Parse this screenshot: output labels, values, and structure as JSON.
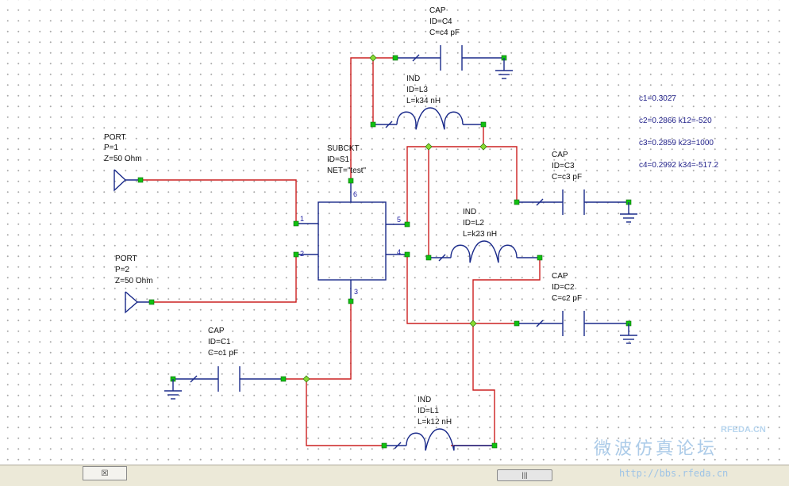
{
  "schematic": {
    "ports": [
      {
        "type": "PORT",
        "p": "P=1",
        "z": "Z=50 Ohm"
      },
      {
        "type": "PORT",
        "p": "P=2",
        "z": "Z=50 Ohm"
      }
    ],
    "subckt": {
      "type": "SUBCKT",
      "id": "ID=S1",
      "net": "NET=\"test\"",
      "pins": [
        "1",
        "2",
        "3",
        "4",
        "5",
        "6"
      ]
    },
    "capacitors": [
      {
        "type": "CAP",
        "id": "ID=C4",
        "value": "C=c4 pF"
      },
      {
        "type": "CAP",
        "id": "ID=C3",
        "value": "C=c3 pF"
      },
      {
        "type": "CAP",
        "id": "ID=C2",
        "value": "C=c2 pF"
      },
      {
        "type": "CAP",
        "id": "ID=C1",
        "value": "C=c1 pF"
      }
    ],
    "inductors": [
      {
        "type": "IND",
        "id": "ID=L3",
        "value": "L=k34 nH"
      },
      {
        "type": "IND",
        "id": "ID=L2",
        "value": "L=k23 nH"
      },
      {
        "type": "IND",
        "id": "ID=L1",
        "value": "L=k12 nH"
      }
    ],
    "equations": [
      "c1=0.3027",
      "c2=0.2866  k12=-520",
      "c3=0.2859  k23=1000",
      "c4=0.2992  k34=-517.2"
    ]
  },
  "statusbar": {
    "tab_icon": "close-x-icon",
    "tab_label": "",
    "scroll_grip": "|||"
  },
  "watermark": {
    "cn": "微波仿真论坛",
    "url": "http://bbs.rfeda.cn",
    "brand": "RFEDA.CN"
  }
}
